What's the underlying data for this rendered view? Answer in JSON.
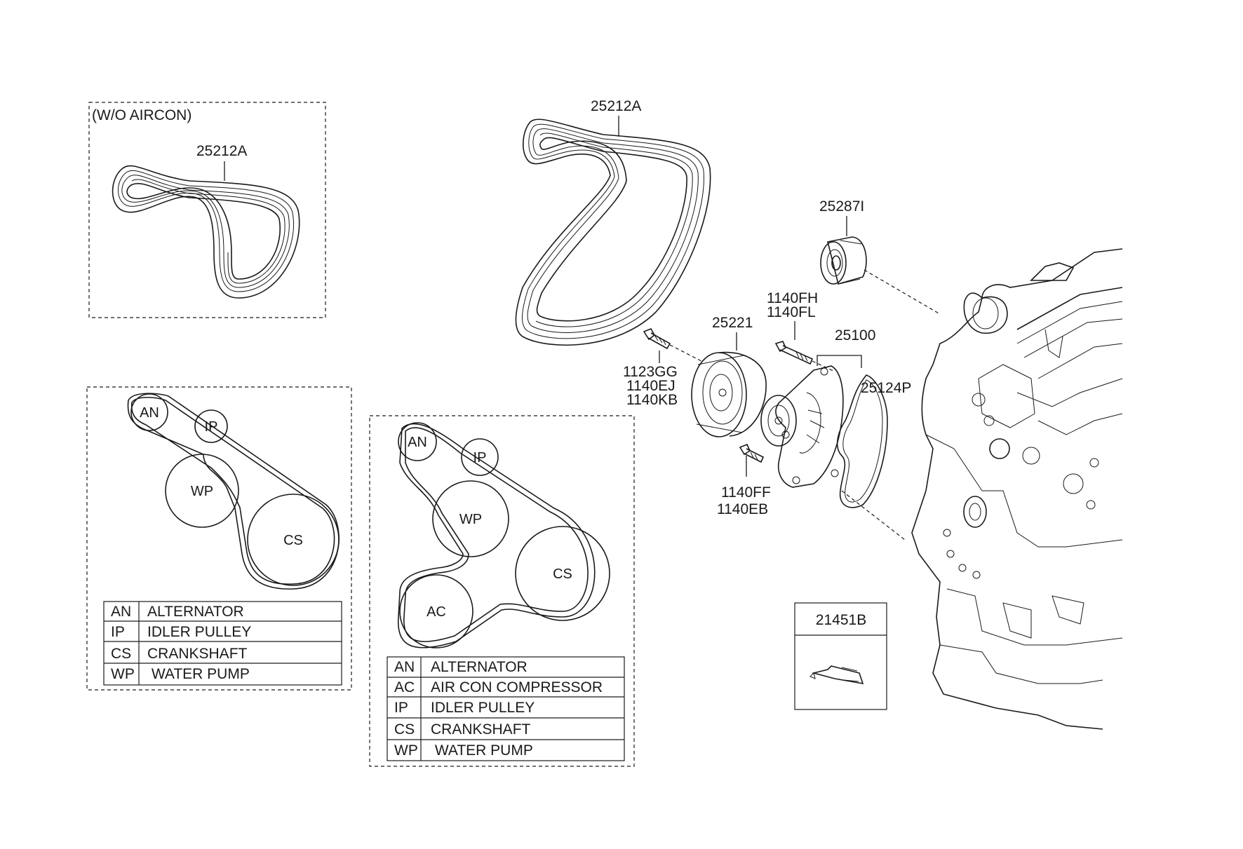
{
  "box_wo_aircon": {
    "title": "(W/O AIRCON)",
    "belt_part": "25212A"
  },
  "main_belt_part": "25212A",
  "idler_part": "25287I",
  "bolt_group_1": [
    "1123GG",
    "1140EJ",
    "1140KB"
  ],
  "bolt_group_2": [
    "1140FH",
    "1140FL"
  ],
  "bolt_group_3": [
    "1140FF",
    "1140EB"
  ],
  "pulley_part": "25221",
  "pump_assy_part": "25100",
  "gasket_part": "25124P",
  "sealant_part": "21451B",
  "routing_wo_aircon": {
    "circles": {
      "an": "AN",
      "ip": "IP",
      "wp": "WP",
      "cs": "CS"
    },
    "legend": [
      {
        "code": "AN",
        "name": "ALTERNATOR"
      },
      {
        "code": "IP",
        "name": "IDLER PULLEY"
      },
      {
        "code": "CS",
        "name": "CRANKSHAFT"
      },
      {
        "code": "WP",
        "name": " WATER PUMP"
      }
    ]
  },
  "routing_w_aircon": {
    "circles": {
      "an": "AN",
      "ip": "IP",
      "wp": "WP",
      "cs": "CS",
      "ac": "AC"
    },
    "legend": [
      {
        "code": "AN",
        "name": "ALTERNATOR"
      },
      {
        "code": "AC",
        "name": "AIR CON COMPRESSOR"
      },
      {
        "code": "IP",
        "name": "IDLER PULLEY"
      },
      {
        "code": "CS",
        "name": "CRANKSHAFT"
      },
      {
        "code": "WP",
        "name": " WATER PUMP"
      }
    ]
  }
}
